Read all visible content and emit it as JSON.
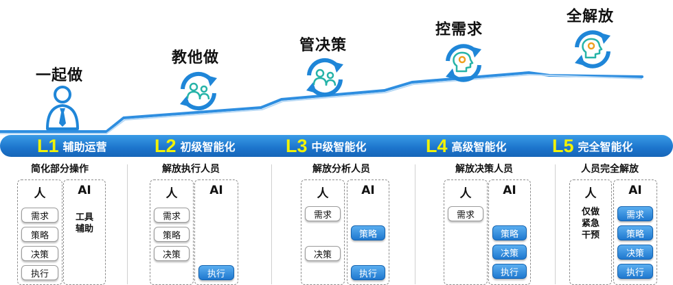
{
  "stages": [
    {
      "level": "L1",
      "title": "一起做",
      "band_label": "辅助运营",
      "subtitle": "简化部分操作",
      "icon": "person-icon",
      "human": {
        "label": "人",
        "pills": [
          "需求",
          "策略",
          "决策",
          "执行"
        ]
      },
      "ai": {
        "label": "AI",
        "pills": [],
        "text": [
          "工具",
          "辅助"
        ]
      }
    },
    {
      "level": "L2",
      "title": "教他做",
      "band_label": "初级智能化",
      "subtitle": "解放执行人员",
      "icon": "cycle-people-icon",
      "human": {
        "label": "人",
        "pills": [
          "需求",
          "策略",
          "决策"
        ]
      },
      "ai": {
        "label": "AI",
        "pills": [
          "执行"
        ]
      }
    },
    {
      "level": "L3",
      "title": "管决策",
      "band_label": "中级智能化",
      "subtitle": "解放分析人员",
      "icon": "cycle-people-icon",
      "human": {
        "label": "人",
        "pills": [
          "需求",
          "决策"
        ]
      },
      "ai": {
        "label": "AI",
        "pills": [
          "策略",
          "执行"
        ]
      }
    },
    {
      "level": "L4",
      "title": "控需求",
      "band_label": "高级智能化",
      "subtitle": "解放决策人员",
      "icon": "cycle-gear-head-icon",
      "human": {
        "label": "人",
        "pills": [
          "需求"
        ]
      },
      "ai": {
        "label": "AI",
        "pills": [
          "策略",
          "决策",
          "执行"
        ]
      }
    },
    {
      "level": "L5",
      "title": "全解放",
      "band_label": "完全智能化",
      "subtitle": "人员完全解放",
      "icon": "cycle-gear-head-icon",
      "human": {
        "label": "人",
        "pills": [],
        "text": [
          "仅做",
          "紧急",
          "干预"
        ]
      },
      "ai": {
        "label": "AI",
        "pills": [
          "需求",
          "策略",
          "决策",
          "执行"
        ]
      }
    }
  ],
  "colors": {
    "band": "#1f78cf",
    "level_text": "#f2f205",
    "stair_line": "#2e8ee0",
    "icon_blue": "#1f86d8"
  }
}
